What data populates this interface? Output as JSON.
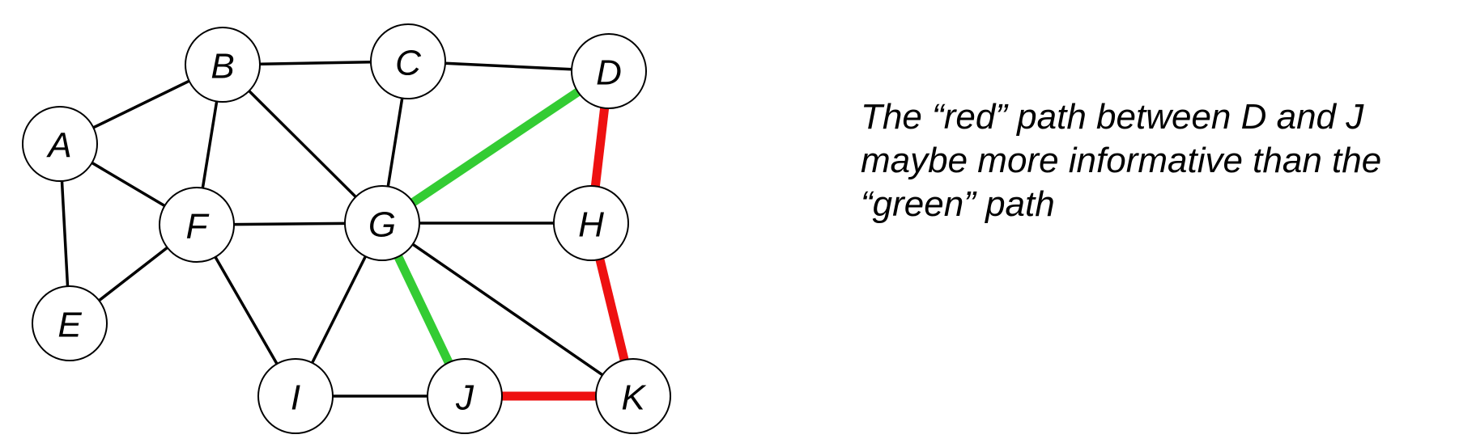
{
  "graph": {
    "nodes": [
      {
        "id": "A",
        "label": "A"
      },
      {
        "id": "B",
        "label": "B"
      },
      {
        "id": "C",
        "label": "C"
      },
      {
        "id": "D",
        "label": "D"
      },
      {
        "id": "E",
        "label": "E"
      },
      {
        "id": "F",
        "label": "F"
      },
      {
        "id": "G",
        "label": "G"
      },
      {
        "id": "H",
        "label": "H"
      },
      {
        "id": "I",
        "label": "I"
      },
      {
        "id": "J",
        "label": "J"
      },
      {
        "id": "K",
        "label": "K"
      }
    ],
    "edges": [
      {
        "from": "A",
        "to": "B",
        "style": "normal"
      },
      {
        "from": "A",
        "to": "F",
        "style": "normal"
      },
      {
        "from": "A",
        "to": "E",
        "style": "normal"
      },
      {
        "from": "B",
        "to": "C",
        "style": "normal"
      },
      {
        "from": "B",
        "to": "F",
        "style": "normal"
      },
      {
        "from": "B",
        "to": "G",
        "style": "normal"
      },
      {
        "from": "C",
        "to": "D",
        "style": "normal"
      },
      {
        "from": "C",
        "to": "G",
        "style": "normal"
      },
      {
        "from": "E",
        "to": "F",
        "style": "normal"
      },
      {
        "from": "F",
        "to": "G",
        "style": "normal"
      },
      {
        "from": "F",
        "to": "I",
        "style": "normal"
      },
      {
        "from": "G",
        "to": "H",
        "style": "normal"
      },
      {
        "from": "G",
        "to": "I",
        "style": "normal"
      },
      {
        "from": "G",
        "to": "K",
        "style": "normal"
      },
      {
        "from": "I",
        "to": "J",
        "style": "normal"
      },
      {
        "from": "D",
        "to": "G",
        "style": "green"
      },
      {
        "from": "G",
        "to": "J",
        "style": "green"
      },
      {
        "from": "D",
        "to": "H",
        "style": "red"
      },
      {
        "from": "H",
        "to": "K",
        "style": "red"
      },
      {
        "from": "J",
        "to": "K",
        "style": "red"
      }
    ],
    "colors": {
      "red_path": "#ee1111",
      "green_path": "#33cc33",
      "edge": "#000000"
    }
  },
  "caption": {
    "line1": "The “red” path between D and J",
    "line2": "maybe more informative than the",
    "line3": "“green” path"
  }
}
